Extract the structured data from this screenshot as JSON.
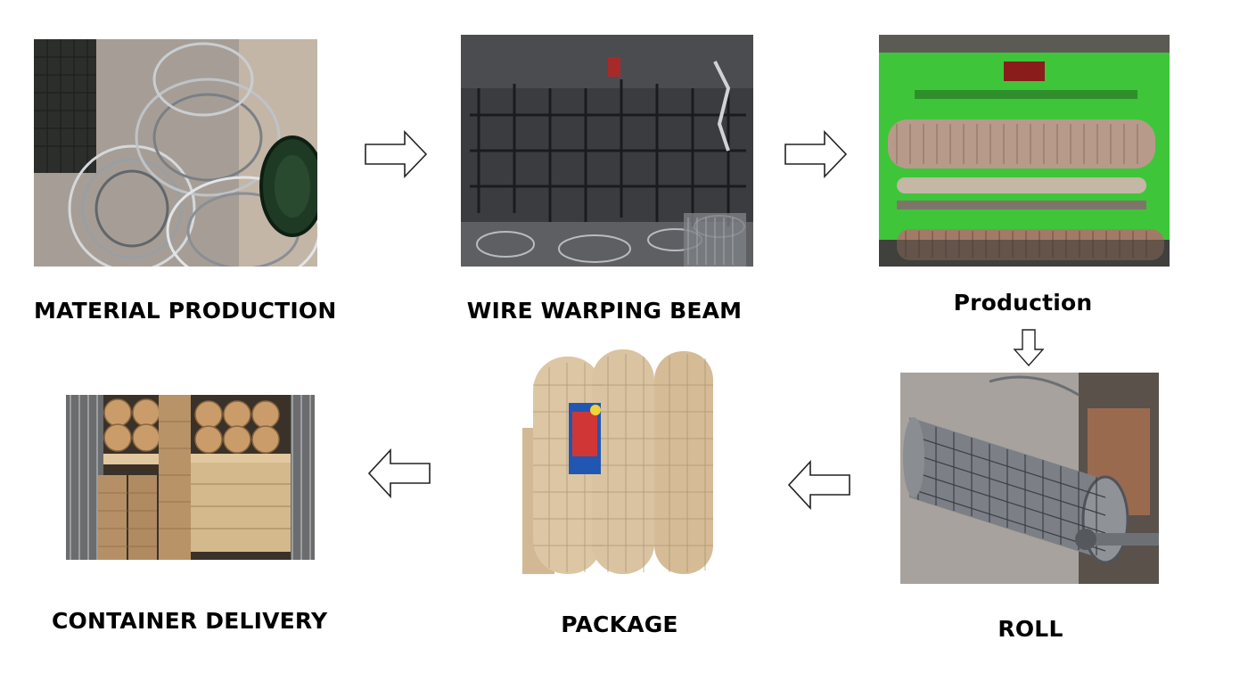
{
  "steps": {
    "material_production": "MATERIAL PRODUCTION",
    "wire_warping_beam": "WIRE WARPING BEAM",
    "production": "Production",
    "roll": "ROLL",
    "package": "PACKAGE",
    "container_delivery": "CONTAINER DELIVERY"
  },
  "flow": {
    "arrow_1": "right",
    "arrow_2": "right",
    "arrow_3": "down",
    "arrow_4": "left",
    "arrow_5": "left"
  },
  "colors": {
    "machine_green": "#3fc53a",
    "kraft_paper": "#d9c3a0",
    "label_text": "#000000",
    "arrow_outline": "#222222"
  }
}
